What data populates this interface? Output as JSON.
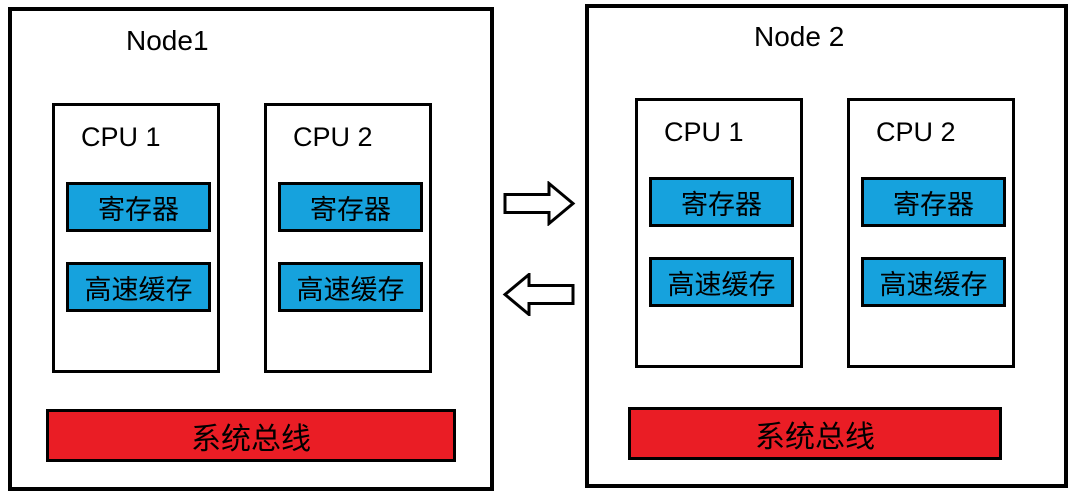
{
  "diagram": {
    "nodes": [
      {
        "title": "Node1",
        "cpus": [
          {
            "label": "CPU 1",
            "components": [
              {
                "label": "寄存器"
              },
              {
                "label": "高速缓存"
              }
            ]
          },
          {
            "label": "CPU 2",
            "components": [
              {
                "label": "寄存器"
              },
              {
                "label": "高速缓存"
              }
            ]
          }
        ],
        "bus": {
          "label": "系统总线"
        }
      },
      {
        "title": "Node 2",
        "cpus": [
          {
            "label": "CPU 1",
            "components": [
              {
                "label": "寄存器"
              },
              {
                "label": "高速缓存"
              }
            ]
          },
          {
            "label": "CPU 2",
            "components": [
              {
                "label": "寄存器"
              },
              {
                "label": "高速缓存"
              }
            ]
          }
        ],
        "bus": {
          "label": "系统总线"
        }
      }
    ],
    "arrows": [
      {
        "name": "arrow-right-icon",
        "direction": "right"
      },
      {
        "name": "arrow-left-icon",
        "direction": "left"
      }
    ],
    "colors": {
      "component_fill": "#16A2DD",
      "bus_fill": "#EA1D25",
      "outline": "#000000",
      "background": "#FFFFFF"
    }
  }
}
